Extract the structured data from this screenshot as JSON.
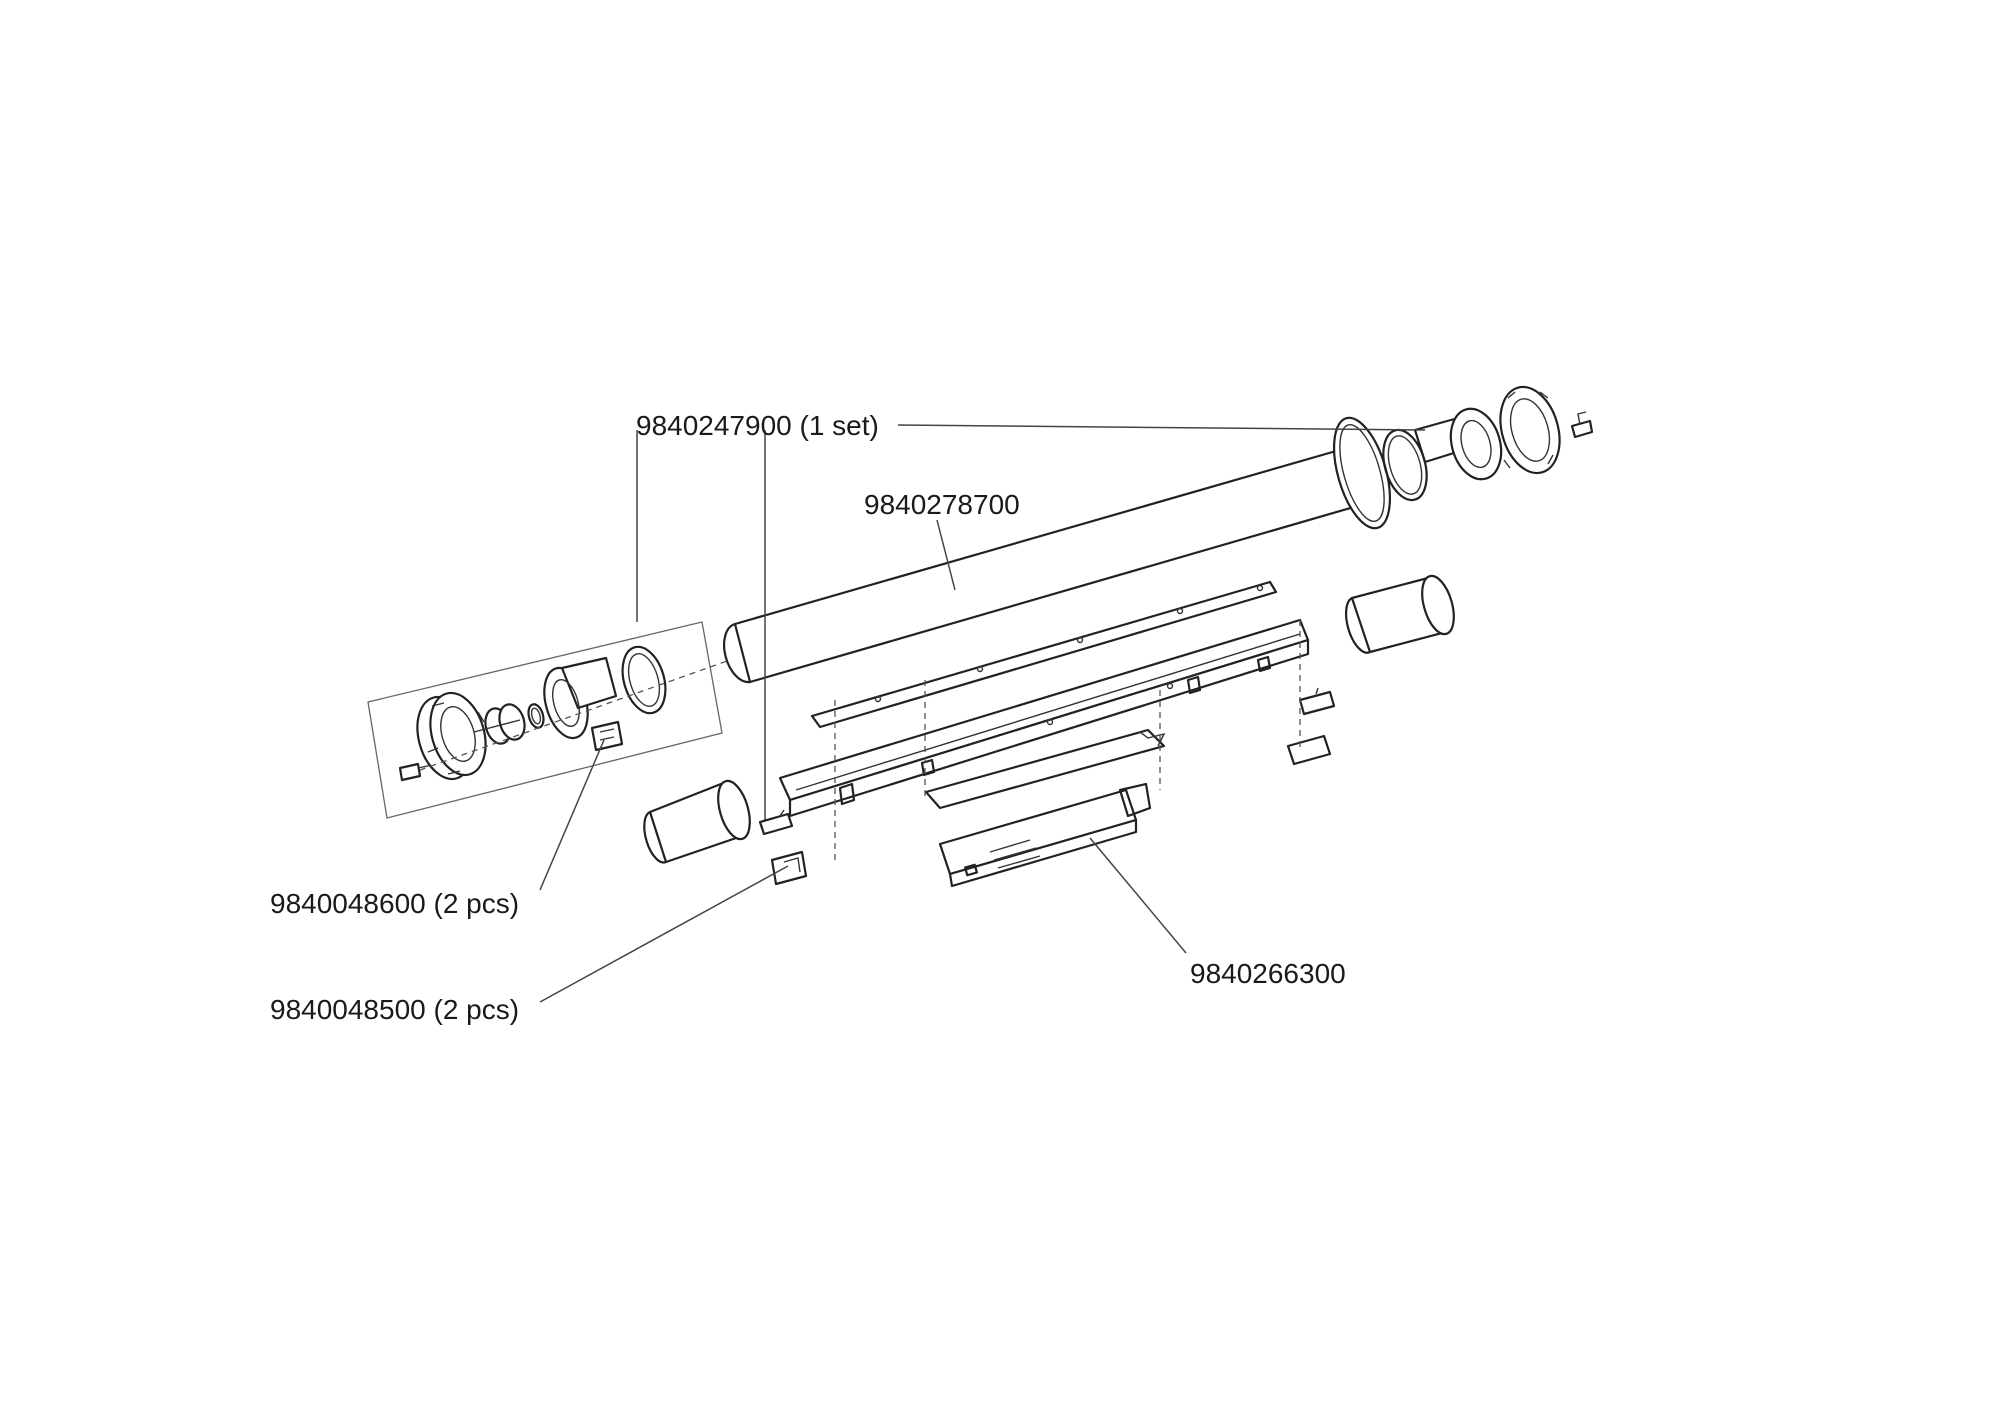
{
  "callouts": {
    "end_cap_set": "9840247900 (1 set)",
    "tube": "9840278700",
    "clip_a": "9840048600 (2 pcs)",
    "clip_b": "9840048500 (2 pcs)",
    "gear_tray": "9840266300"
  }
}
